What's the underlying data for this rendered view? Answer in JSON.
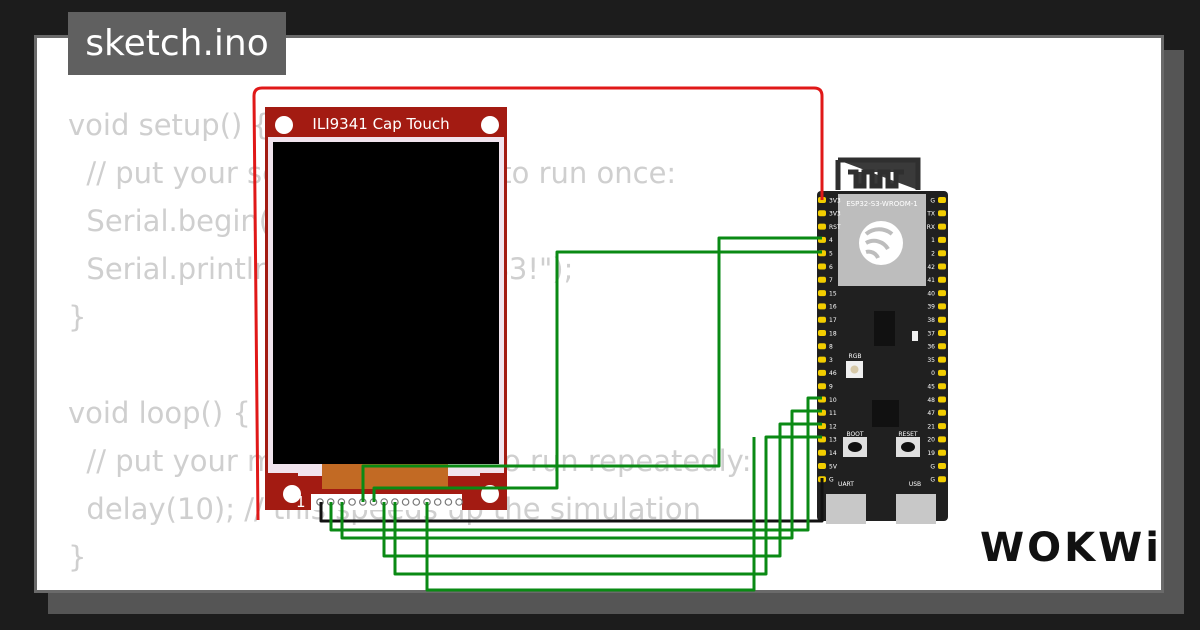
{
  "file_tab": {
    "label": "sketch.ino"
  },
  "code_lines": [
    "void setup() {",
    "  // put your setup code here, to run once:",
    "  Serial.begin(115200);",
    "  Serial.println(\"Hello, ESP32-S3!\");",
    "}",
    "",
    "void loop() {",
    "  // put your main code here, to run repeatedly:",
    "  delay(10); // this speeds up the simulation",
    "}"
  ],
  "display": {
    "title": "ILI9341 Cap Touch",
    "pin1_label": "1"
  },
  "board": {
    "module_label": "ESP32-S3-WROOM-1",
    "left_pins": [
      "3V3",
      "3V3",
      "RST",
      "4",
      "5",
      "6",
      "7",
      "15",
      "16",
      "17",
      "18",
      "8",
      "3",
      "46",
      "9",
      "10",
      "11",
      "12",
      "13",
      "14",
      "5V",
      "G"
    ],
    "right_pins": [
      "G",
      "TX",
      "RX",
      "1",
      "2",
      "42",
      "41",
      "40",
      "39",
      "38",
      "37",
      "36",
      "35",
      "0",
      "45",
      "48",
      "47",
      "21",
      "20",
      "19",
      "G",
      "G"
    ],
    "rgb_label": "RGB",
    "boot_label": "BOOT",
    "reset_label": "RESET",
    "uart_label": "UART",
    "usb_label": "USB"
  },
  "logo": {
    "text": "WOKWi"
  },
  "colors": {
    "pcb_red": "#a31b12",
    "wire_red": "#e01818",
    "wire_green": "#0a8a14",
    "wire_black": "#111111",
    "board_black": "#202020",
    "pin_gold": "#f2cd00",
    "code_text": "#cfcfcf"
  }
}
